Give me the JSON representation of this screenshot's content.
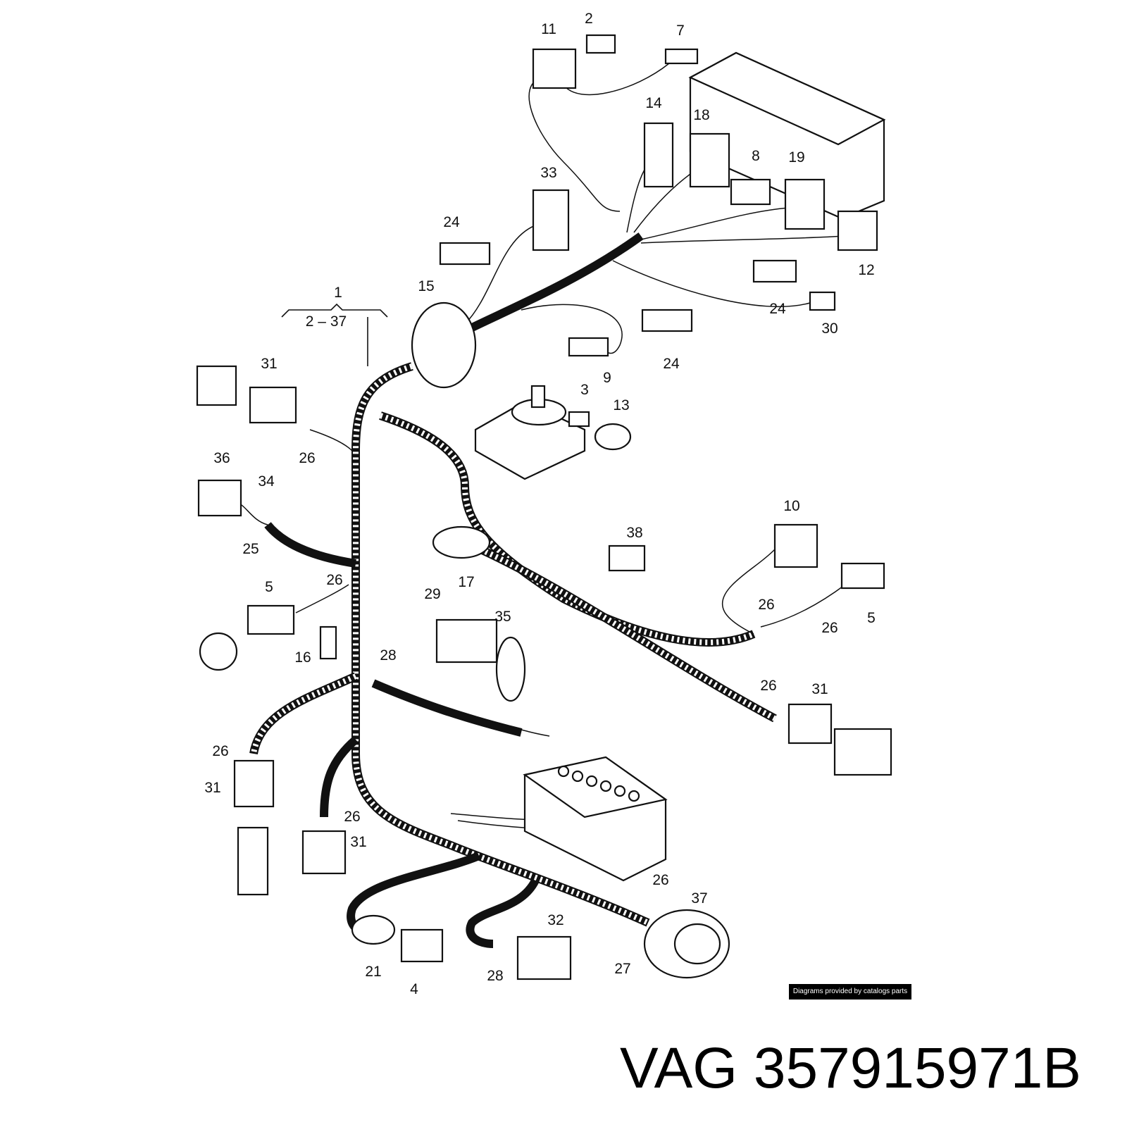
{
  "group": {
    "number": "1",
    "range": "2 – 37"
  },
  "callouts": [
    "11",
    "2",
    "7",
    "14",
    "18",
    "8",
    "19",
    "33",
    "24",
    "12",
    "15",
    "24",
    "30",
    "9",
    "24",
    "3",
    "13",
    "31",
    "26",
    "36",
    "34",
    "25",
    "10",
    "38",
    "17",
    "26",
    "5",
    "26",
    "5",
    "26",
    "29",
    "35",
    "16",
    "28",
    "26",
    "31",
    "26",
    "31",
    "26",
    "31",
    "26",
    "37",
    "32",
    "21",
    "4",
    "28",
    "27"
  ],
  "watermark": "Diagrams provided by catalogs parts",
  "part_code": "VAG 357915971B"
}
